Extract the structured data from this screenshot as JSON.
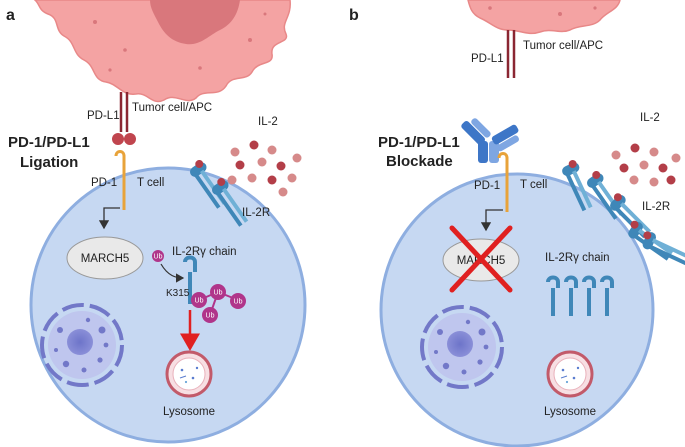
{
  "panel_a": {
    "letter": "a",
    "title_line1": "PD-1/PD-L1",
    "title_line2": "Ligation",
    "pdl1": "PD-L1",
    "tumor": "Tumor cell/APC",
    "pd1": "PD-1",
    "tcell": "T cell",
    "il2": "IL-2",
    "il2r": "IL-2R",
    "march5": "MARCH5",
    "chain": "IL-2Rγ chain",
    "k315": "K315",
    "ub": "Ub",
    "lysosome": "Lysosome"
  },
  "panel_b": {
    "letter": "b",
    "title_line1": "PD-1/PD-L1",
    "title_line2": "Blockade",
    "pdl1": "PD-L1",
    "tumor": "Tumor cell/APC",
    "pd1": "PD-1",
    "tcell": "T cell",
    "il2": "IL-2",
    "il2r": "IL-2R",
    "march5": "MARCH5",
    "chain": "IL-2Rγ chain",
    "lysosome": "Lysosome"
  },
  "colors": {
    "tumor": "#f4a3a3",
    "cell": "#c6d8f2",
    "cell_border": "#8eaee0",
    "receptor": "#3f87b8",
    "ub": "#b0358a",
    "pdl1": "#8b2632",
    "pd1": "#e8a33a",
    "antibody": "#3d76c7",
    "arrow_red": "#e02020"
  },
  "icons": [
    "tumor-cell-shape",
    "t-cell-body",
    "nucleus-icon",
    "lysosome-icon",
    "antibody-icon",
    "il2-receptor-icon",
    "ubiquitin-icon",
    "red-x-icon",
    "arrow-icon"
  ]
}
